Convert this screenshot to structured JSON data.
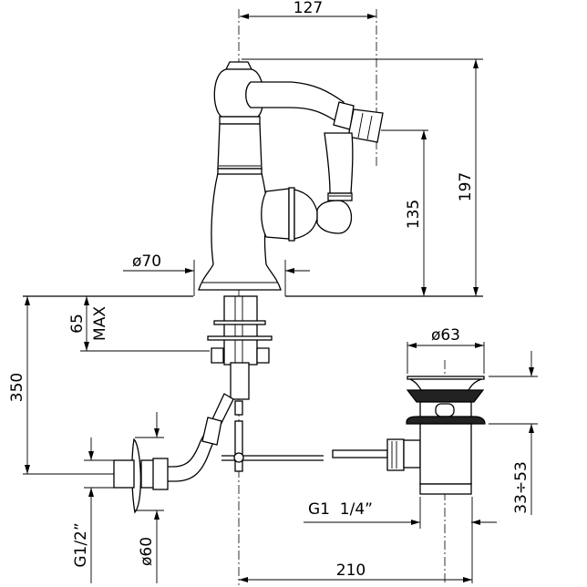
{
  "dimensions": {
    "width_127": "127",
    "height_197": "197",
    "height_135": "135",
    "base_dia": "ø70",
    "deck_thickness": "65",
    "deck_max": "MAX",
    "depth_350": "350",
    "inlet_thread": "G1/2”",
    "flange_dia": "ø60",
    "drain_dia": "ø63",
    "drain_thread": "G1  1/4”",
    "drain_range": "33÷53",
    "distance_210": "210"
  },
  "colors": {
    "line": "#000000",
    "background": "#ffffff"
  }
}
